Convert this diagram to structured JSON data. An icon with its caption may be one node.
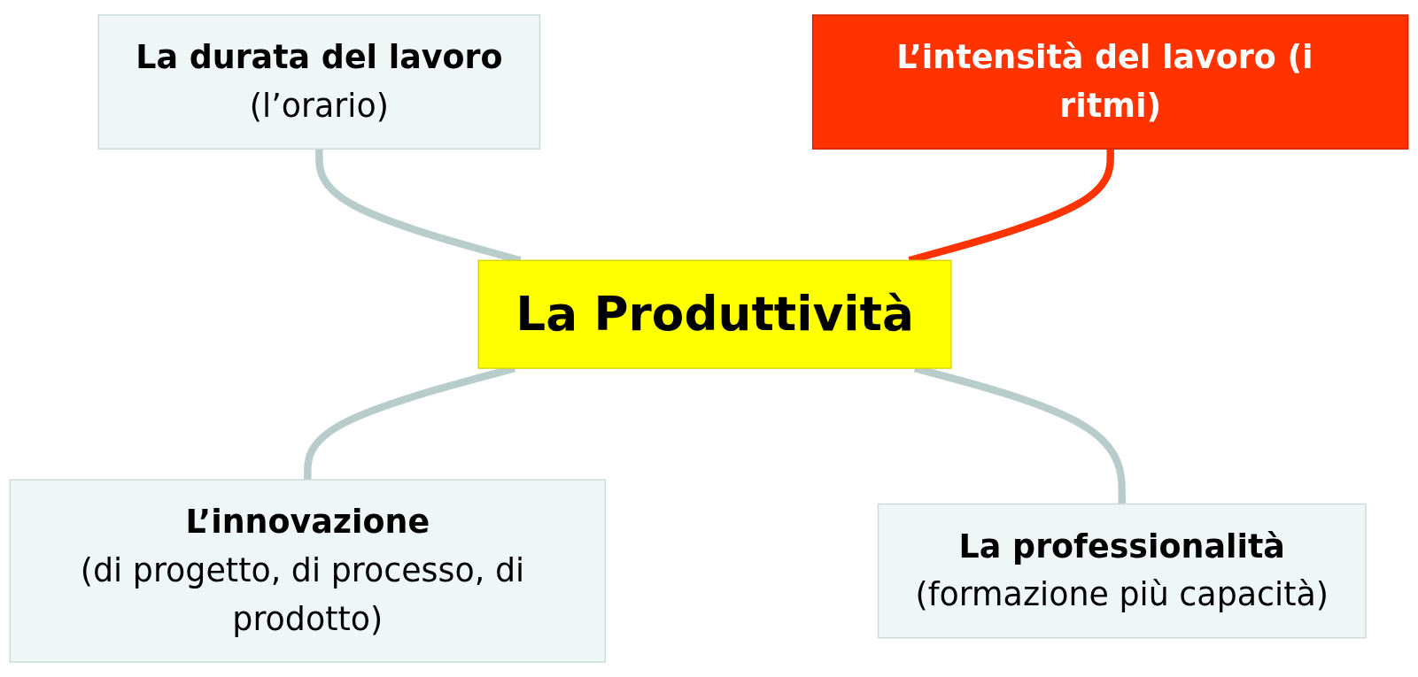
{
  "diagram": {
    "nodes": [
      {
        "text": [
          "La durata del lavoro",
          "(l’orario)"
        ]
      },
      {
        "text": [
          "L’intensità del lavoro (i ritmi)"
        ]
      },
      {
        "text": [
          "La Produttività"
        ]
      },
      {
        "text": [
          "L’innovazione",
          "(di progetto, di processo, di prodotto)"
        ]
      },
      {
        "text": [
          "La professionalità",
          "(formazione più capacità)"
        ]
      }
    ],
    "edges": [
      {
        "from": 0,
        "to": 2,
        "arrow": "none"
      },
      {
        "from": 1,
        "to": 2,
        "arrow": "none",
        "color": "#ff3300"
      },
      {
        "from": 2,
        "to": 3,
        "arrow": "none"
      },
      {
        "from": 2,
        "to": 4,
        "arrow": "none"
      }
    ]
  }
}
